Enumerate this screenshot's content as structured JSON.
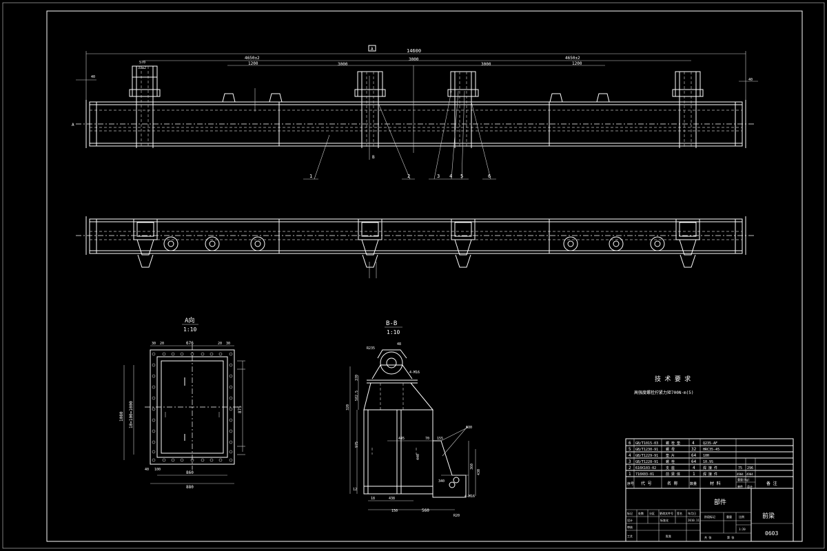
{
  "drawing": {
    "section_a_title": "A向",
    "section_a_scale": "1:10",
    "section_b_title": "B-B",
    "section_b_scale": "1:10",
    "tech_req_title": "技 术 要 求",
    "tech_req_text": "高强度螺栓拧紧力矩700N·m(5)",
    "overall_length": "14600",
    "main_dims": [
      "4650±2",
      "3000",
      "3000",
      "3000",
      "4650±2"
    ],
    "sub_dims": [
      "1200",
      "1200"
    ],
    "end_dims": [
      "40",
      "40"
    ],
    "top_small_dims": [
      "570",
      "33±2"
    ],
    "arrow_label_a": "A",
    "arrow_label_b": "B",
    "leaders": [
      "1",
      "2",
      "3",
      "4",
      "5",
      "6"
    ],
    "section_a_dims": [
      "30",
      "20",
      "676",
      "20",
      "30",
      "1080",
      "10×100=1000",
      "875",
      "860",
      "880",
      "40",
      "100"
    ],
    "section_b_dims": [
      "R235",
      "48",
      "4-M16",
      "320",
      "582.5",
      "370",
      "445",
      "975",
      "440",
      "70",
      "155",
      "430",
      "360",
      "18",
      "438",
      "340",
      "560",
      "150",
      "4-M16",
      "Φ30",
      "12",
      "R20"
    ]
  },
  "parts_table": {
    "rows": [
      {
        "no": "6",
        "code": "GB/T1015-03",
        "name": "螺 栓 垫",
        "qty": "4",
        "material": "Q235-AF",
        "w1": "",
        "w2": "",
        "note": ""
      },
      {
        "no": "5",
        "code": "GB/T1230-91",
        "name": "螺 母",
        "qty": "32",
        "material": "HRC35-45",
        "w1": "",
        "w2": "",
        "note": ""
      },
      {
        "no": "4",
        "code": "GB/T1229-91",
        "name": "垫 片",
        "qty": "64",
        "material": "10H",
        "w1": "",
        "w2": "",
        "note": ""
      },
      {
        "no": "3",
        "code": "GB/T1228-91",
        "name": "螺 栓",
        "qty": "64",
        "material": "10.9S",
        "w1": "",
        "w2": "",
        "note": ""
      },
      {
        "no": "2",
        "code": "610X103-02",
        "name": "支 座",
        "qty": "4",
        "material": "焊 接 件",
        "w1": "75",
        "w2": "296",
        "note": ""
      },
      {
        "no": "1",
        "code": "710X03-01",
        "name": "前 梁 体",
        "qty": "1",
        "material": "焊 接 件",
        "w1": "4904",
        "w2": "4904",
        "note": ""
      }
    ],
    "header": [
      "序号",
      "代 号",
      "名 称",
      "数量",
      "材 料",
      "单件",
      "总计",
      "备 注"
    ],
    "weight_label": "重量(kg)",
    "title_left": "前梁",
    "title_material": "部件",
    "drawing_no": "0603",
    "sig_labels": [
      "标记",
      "处数",
      "分区",
      "更改文件号",
      "签名",
      "年月日"
    ],
    "sig_row2": [
      "设计",
      "标准化",
      "阶段标记",
      "重量",
      "比例"
    ],
    "sig_row3": [
      "审核",
      "",
      ""
    ],
    "sig_row4": [
      "工艺",
      "批准",
      "共 张",
      "第 张"
    ],
    "date_text": "2010.11",
    "scale_text": "1:20"
  }
}
